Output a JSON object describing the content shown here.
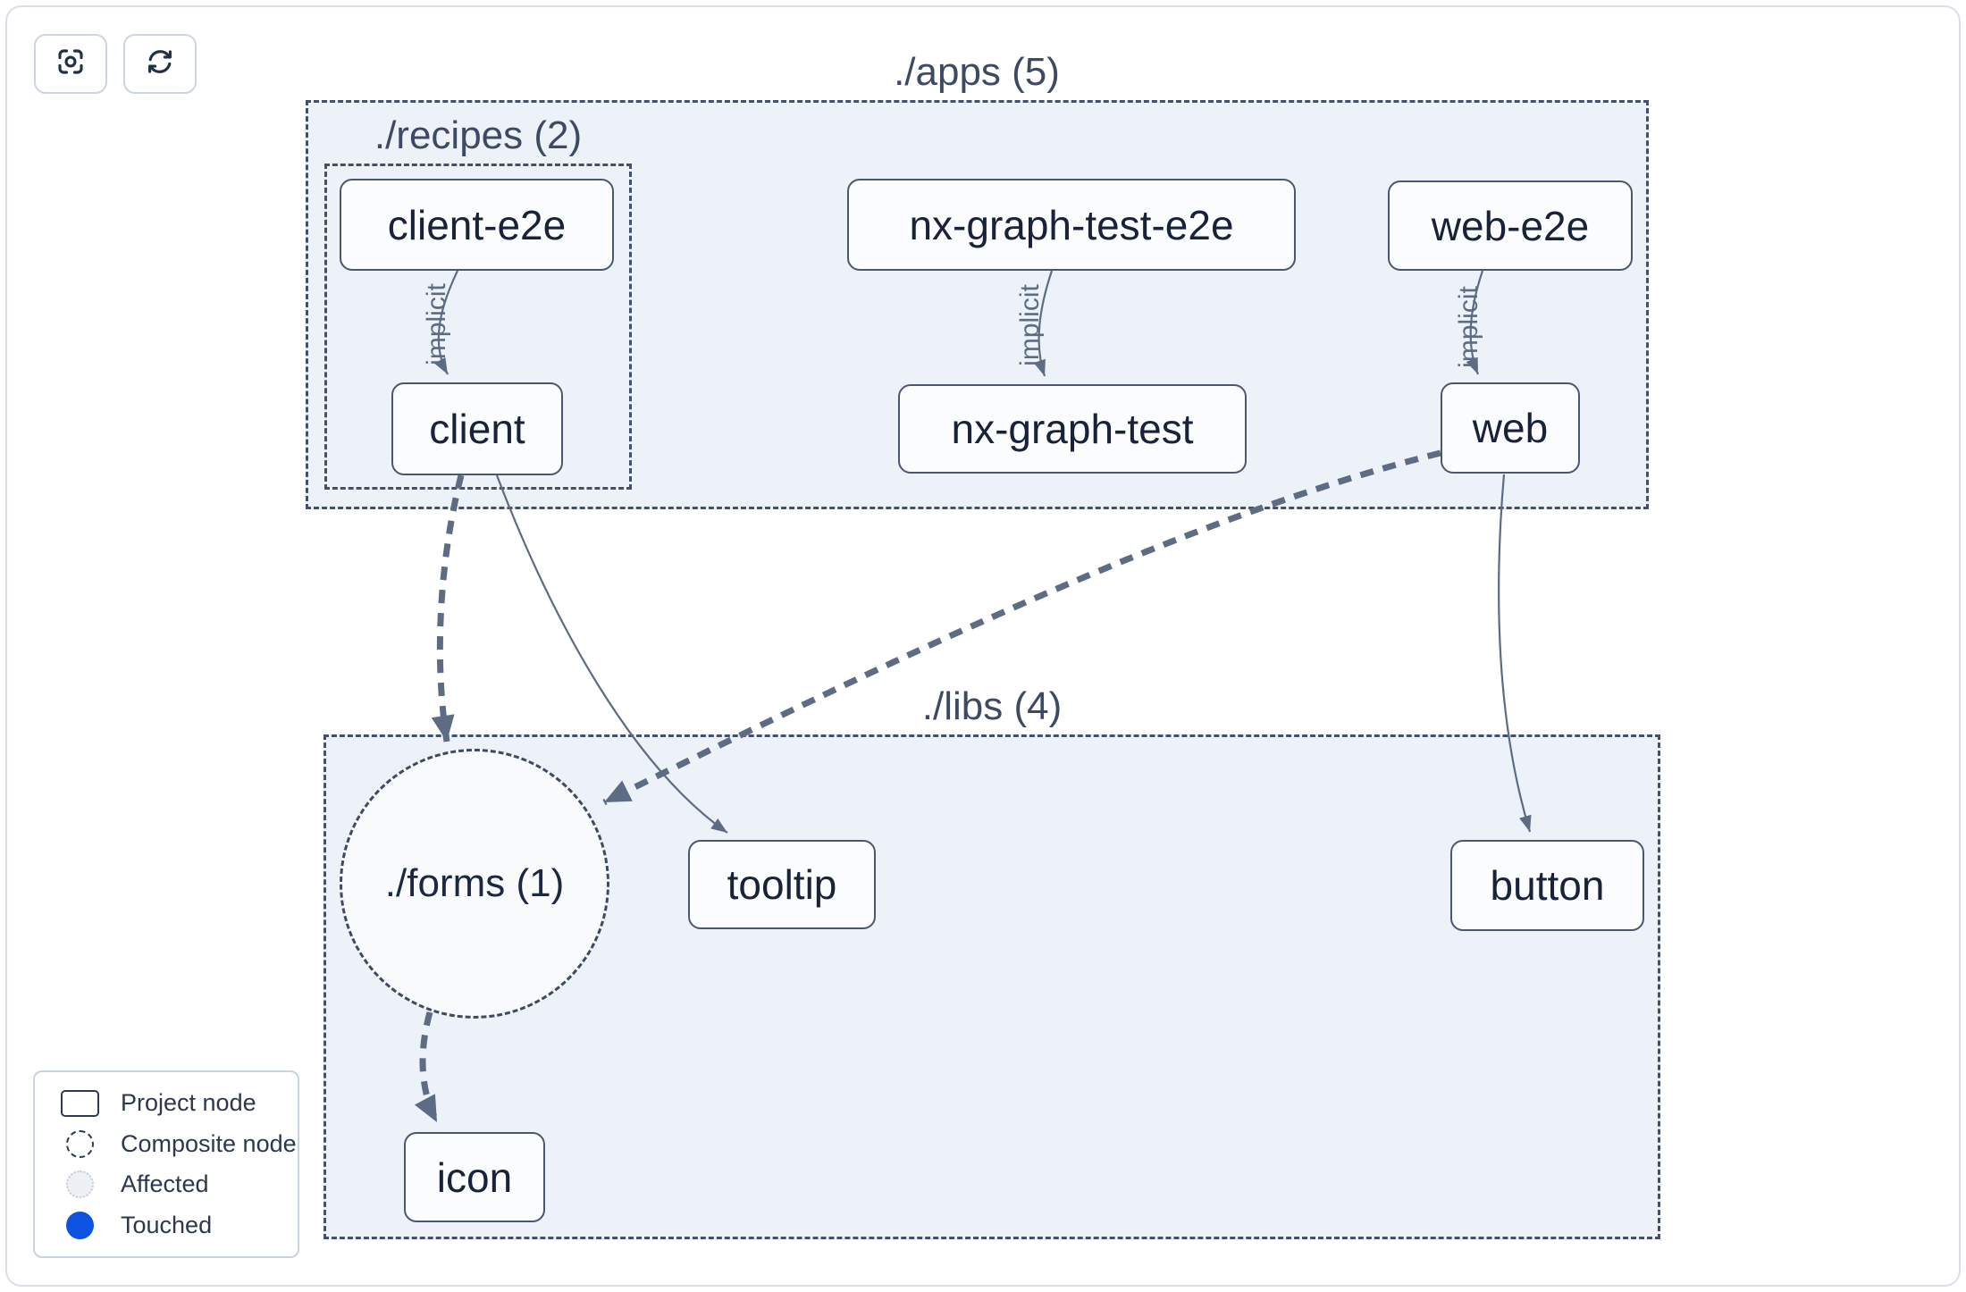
{
  "toolbar": {
    "focus_button": {
      "icon": "crosshair-focus-icon"
    },
    "refresh_button": {
      "icon": "refresh-icon"
    }
  },
  "graph": {
    "groups": {
      "apps": {
        "label": "./apps (5)",
        "type": "directory"
      },
      "recipes": {
        "label": "./recipes (2)",
        "type": "directory"
      },
      "libs": {
        "label": "./libs (4)",
        "type": "directory"
      },
      "forms": {
        "label": "./forms (1)",
        "type": "composite-node"
      }
    },
    "nodes": {
      "client-e2e": {
        "label": "client-e2e"
      },
      "client": {
        "label": "client"
      },
      "nx-graph-test-e2e": {
        "label": "nx-graph-test-e2e"
      },
      "nx-graph-test": {
        "label": "nx-graph-test"
      },
      "web-e2e": {
        "label": "web-e2e"
      },
      "web": {
        "label": "web"
      },
      "tooltip": {
        "label": "tooltip"
      },
      "button": {
        "label": "button"
      },
      "icon": {
        "label": "icon"
      }
    },
    "edges": [
      {
        "source": "client-e2e",
        "target": "client",
        "label": "implicit",
        "style": "thin-solid"
      },
      {
        "source": "nx-graph-test-e2e",
        "target": "nx-graph-test",
        "label": "implicit",
        "style": "thin-solid"
      },
      {
        "source": "web-e2e",
        "target": "web",
        "label": "implicit",
        "style": "thin-solid"
      },
      {
        "source": "client",
        "target": "./forms (1)",
        "label": "",
        "style": "thick-dashed"
      },
      {
        "source": "client",
        "target": "tooltip",
        "label": "",
        "style": "thin-solid"
      },
      {
        "source": "web",
        "target": "./forms (1)",
        "label": "",
        "style": "thick-dashed"
      },
      {
        "source": "web",
        "target": "button",
        "label": "",
        "style": "thin-solid"
      },
      {
        "source": "./forms (1)",
        "target": "icon",
        "label": "",
        "style": "thick-dashed"
      }
    ]
  },
  "legend": {
    "items": [
      {
        "label": "Project node",
        "swatch": "project-rect"
      },
      {
        "label": "Composite node",
        "swatch": "composite-dashed-circle"
      },
      {
        "label": "Affected",
        "swatch": "affected-circle",
        "color": "#edf0f4"
      },
      {
        "label": "Touched",
        "swatch": "touched-circle",
        "color": "#0d52e0"
      }
    ]
  },
  "colors": {
    "group_fill": "#edf1f8",
    "group_border": "#44506a",
    "node_fill": "#fbfcfe",
    "node_border": "#4a576e",
    "edge": "#5d6c83",
    "touched_blue": "#0d52e0"
  }
}
